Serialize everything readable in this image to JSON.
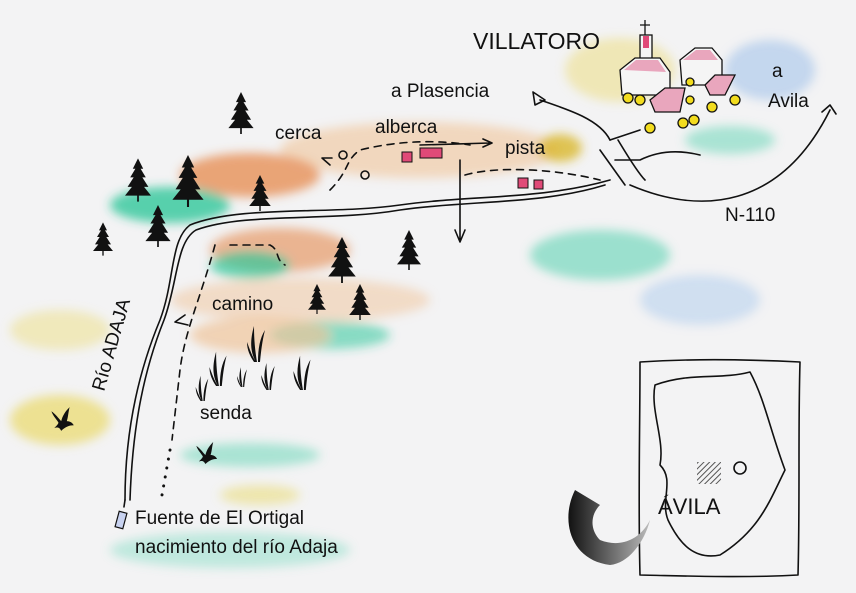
{
  "title": "VILLATORO",
  "labels": {
    "plasencia": "a Plasencia",
    "cerca": "cerca",
    "alberca": "alberca",
    "pista": "pista",
    "avila_to_a": "a",
    "avila_to": "Avila",
    "road": "N-110",
    "camino": "camino",
    "senda": "senda",
    "river": "Río ADAJA",
    "source_name": "Fuente de El Ortigal",
    "source_desc": "nacimiento del río Adaja",
    "province": "ÁVILA"
  },
  "colors": {
    "green": "#2fc79a",
    "orange": "#e8a060",
    "yellow": "#ead96a",
    "blue": "#9cc0ea",
    "roof": "#e9a6bd",
    "flower": "#f2dc1e"
  }
}
